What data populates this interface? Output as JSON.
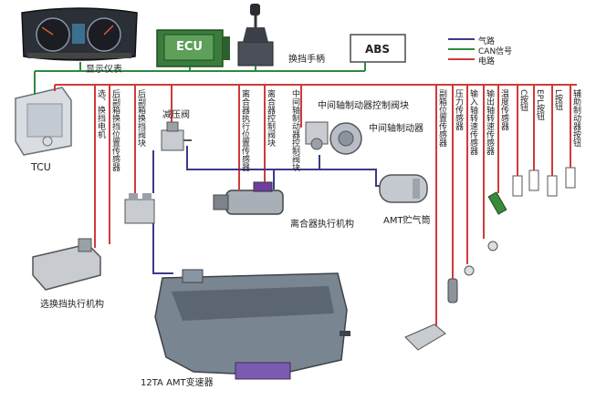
{
  "colors": {
    "air": "#3a3a8c",
    "can": "#2e8b3e",
    "power": "#d03a3a",
    "label": "#222222"
  },
  "legend": [
    {
      "label": "气路",
      "color": "#3a3a8c"
    },
    {
      "label": "CAN信号",
      "color": "#2e8b3e"
    },
    {
      "label": "电路",
      "color": "#d03a3a"
    }
  ],
  "labels": {
    "instrument": "显示仪表",
    "ecu": "ECU",
    "shifter": "换挡手柄",
    "abs": "ABS",
    "tcu": "TCU",
    "pressure_valve": "减压阀",
    "countershaft_valve": "中间轴制动器控制阀块",
    "countershaft_brake": "中间轴制动器",
    "clutch_actuator": "离合器执行机构",
    "air_tank": "AMT贮气筒",
    "shift_actuator": "选换挡执行机构",
    "transmission": "12TA AMT变速器"
  },
  "vertical_labels": {
    "select_motor": "选、换挡电机",
    "rear_range_sensor": "后副箱换挡位置传感器",
    "rear_range_valve": "后副箱换挡阀块",
    "clutch_sensor": "离合器执行位置传感器",
    "clutch_valve": "离合器控制阀块",
    "cs_brake_valve_sig": "中间轴制动器控制阀块",
    "rear_pos_sensor": "副箱位置传感器",
    "pressure_sensor": "压力传感器",
    "input_speed_sensor": "输入轴转速传感器",
    "output_speed_sensor": "输出轴转速传感器",
    "temp_sensor": "温度传感器",
    "c_button": "C按钮",
    "epl_button": "EPL按钮",
    "l_button": "L按钮",
    "aux_brake_button": "辅助制动器按钮"
  }
}
